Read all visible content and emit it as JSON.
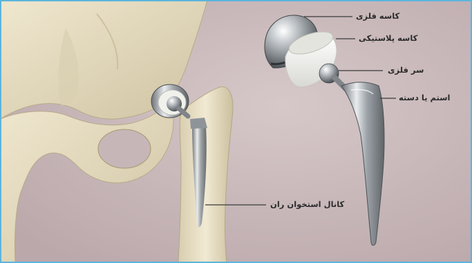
{
  "labels": {
    "metal_cup": "کاسه فلزی",
    "plastic_liner": "کاسه پلاستیکی",
    "metal_head": "سر فلزی",
    "stem": "استم یا دسته",
    "femoral_canal": "کانال استخوان ران"
  },
  "colors": {
    "background": "#c9b9bb",
    "frame": "#5db5dc",
    "bone": "#e6dcc0",
    "metal": "#b4b8bc",
    "liner": "#f2f2ef",
    "text": "#2b2b2b"
  }
}
